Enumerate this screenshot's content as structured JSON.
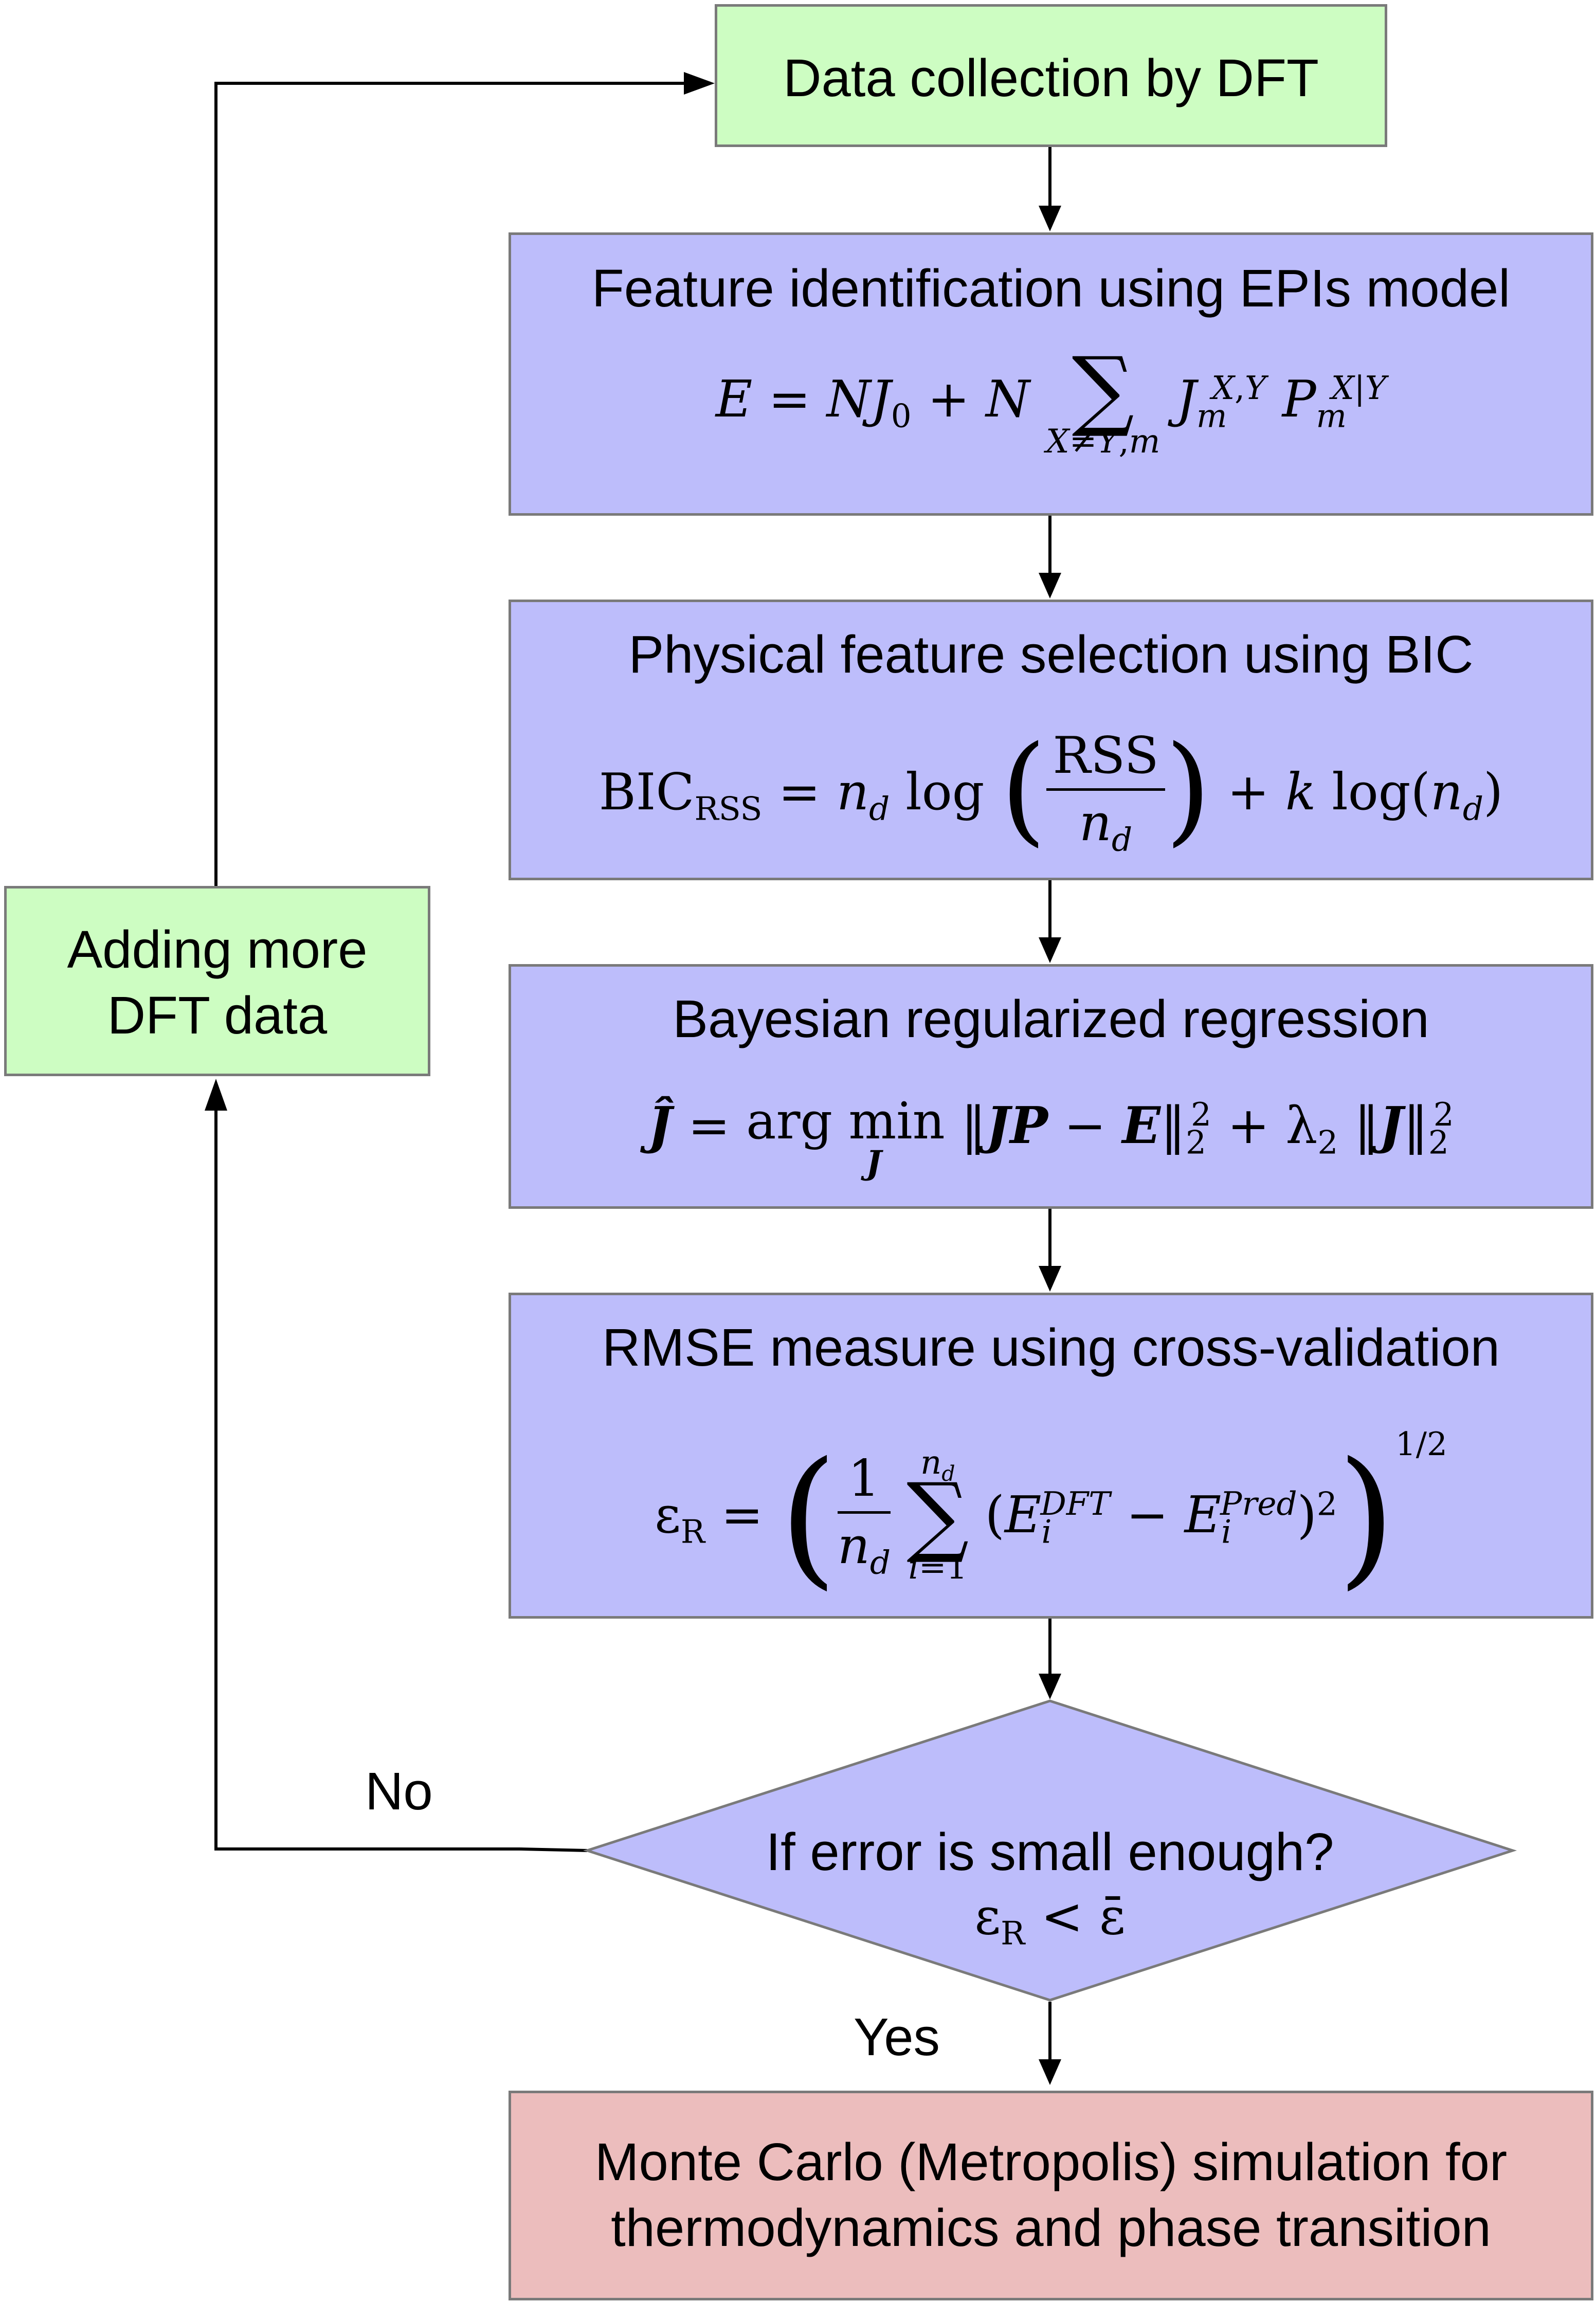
{
  "nodes": {
    "data_collection": {
      "title": "Data collection by DFT"
    },
    "feature_identification": {
      "title": "Feature identification using EPIs model",
      "formula": "E = NJ₀ + N Σ_{X≠Y,m} J_m^{X,Y} P_m^{X|Y}"
    },
    "feature_selection": {
      "title": "Physical feature selection using BIC",
      "formula": "BIC_RSS = n_d log(RSS / n_d) + k log(n_d)"
    },
    "regression": {
      "title": "Bayesian regularized regression",
      "formula": "Ĵ = arg min_J ‖JP − E‖₂² + λ₂ ‖J‖₂²"
    },
    "rmse": {
      "title": "RMSE measure using cross-validation",
      "formula": "ε_R = ( (1/n_d) Σ_{i=1}^{n_d} (E_i^{DFT} − E_i^{Pred})² )^{1/2}"
    },
    "decision": {
      "title": "If error is small enough?",
      "formula": "ε_R < ε̄"
    },
    "adding_data": {
      "line1": "Adding more",
      "line2": "DFT data"
    },
    "monte_carlo": {
      "line1": "Monte Carlo (Metropolis) simulation for",
      "line2": "thermodynamics and phase transition"
    }
  },
  "edge_labels": {
    "no": "No",
    "yes": "Yes"
  },
  "colors": {
    "green": "#cdfdc2",
    "blue": "#bdbdfb",
    "pink": "#ecbdbd",
    "border": "#7a7a7a",
    "line": "#000000"
  }
}
